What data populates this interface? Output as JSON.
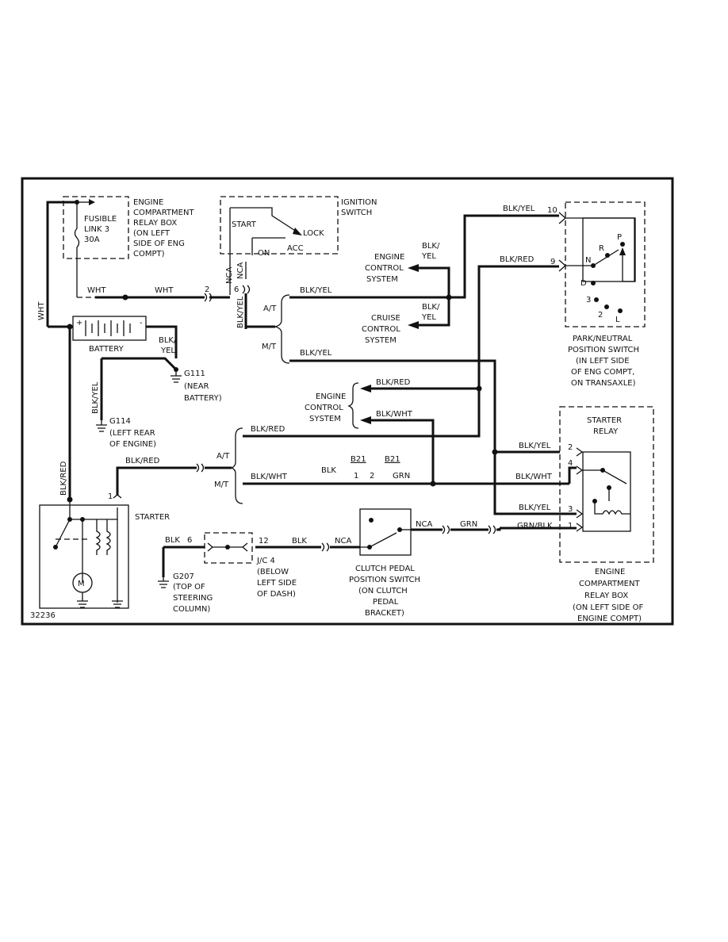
{
  "diagram_id": "32236",
  "colors": {
    "ink": "#111111",
    "background": "#ffffff"
  },
  "components": {
    "relay_box_top": {
      "title_lines": [
        "ENGINE",
        "COMPARTMENT",
        "RELAY BOX",
        "(ON LEFT",
        "SIDE OF ENG",
        "COMPT)"
      ]
    },
    "fusible_link": {
      "lines": [
        "FUSIBLE",
        "LINK 3",
        "30A"
      ]
    },
    "ignition_switch": {
      "title_lines": [
        "IGNITION",
        "SWITCH"
      ],
      "start": "START",
      "lock": "LOCK",
      "on": "ON",
      "acc": "ACC",
      "pin6": "6",
      "pin2": "2",
      "nca_a": "NCA",
      "nca_b": "NCA"
    },
    "battery": {
      "label": "BATTERY",
      "plus": "+",
      "minus": "-"
    },
    "g111": {
      "id": "G111",
      "lines": [
        "(NEAR",
        "BATTERY)"
      ]
    },
    "g114": {
      "id": "G114",
      "lines": [
        "(LEFT REAR",
        "OF ENGINE)"
      ]
    },
    "engine_control_1": {
      "lines": [
        "ENGINE",
        "CONTROL",
        "SYSTEM"
      ]
    },
    "cruise_control": {
      "lines": [
        "CRUISE",
        "CONTROL",
        "SYSTEM"
      ]
    },
    "engine_control_2": {
      "lines": [
        "ENGINE",
        "CONTROL",
        "SYSTEM"
      ]
    },
    "park_neutral": {
      "title_lines": [
        "PARK/NEUTRAL",
        "POSITION SWITCH",
        "(IN LEFT SIDE",
        "OF ENG COMPT,",
        "ON TRANSAXLE)"
      ],
      "pin10": "10",
      "pin9": "9",
      "positions": {
        "p": "P",
        "r": "R",
        "n": "N",
        "d": "D",
        "three": "3",
        "two": "2",
        "l": "L"
      }
    },
    "starter_relay": {
      "title_lines": [
        "STARTER",
        "RELAY"
      ],
      "pins": [
        "2",
        "4",
        "3",
        "1"
      ]
    },
    "relay_box_bottom": {
      "lines": [
        "ENGINE",
        "COMPARTMENT",
        "RELAY BOX",
        "(ON LEFT SIDE OF",
        "ENGINE COMPT)"
      ]
    },
    "starter": {
      "label": "STARTER",
      "pin1": "1",
      "motor": "M"
    },
    "g207": {
      "id": "G207",
      "lines": [
        "(TOP OF",
        "STEERING",
        "COLUMN)"
      ]
    },
    "jc4": {
      "pin6": "6",
      "pin12": "12",
      "lines": [
        "J/C 4",
        "(BELOW",
        "LEFT SIDE",
        "OF DASH)"
      ]
    },
    "clutch_switch": {
      "nca": "NCA",
      "nca_right": "NCA",
      "lines": [
        "CLUTCH PEDAL",
        "POSITION SWITCH",
        "(ON CLUTCH",
        "PEDAL",
        "BRACKET)"
      ]
    },
    "b21": {
      "label_a": "B21",
      "label_b": "B21",
      "pin1": "1",
      "pin2": "2",
      "blk": "BLK",
      "grn": "GRN"
    }
  },
  "wires": {
    "wht_vertical": "WHT",
    "wht_left": "WHT",
    "wht_right": "WHT",
    "blk_yel_ign": "BLK/YEL",
    "blk_yel_at_top": "BLK/YEL",
    "blk_yel_mt_top": "BLK/YEL",
    "blk_yel_to_ecs": "BLK/",
    "blk_yel_to_ecs_b": "YEL",
    "blk_yel_to_cruise": "BLK/",
    "blk_yel_to_cruise_b": "YEL",
    "blk_yel_pns": "BLK/YEL",
    "blk_red_pns": "BLK/RED",
    "battery_blk_yel_a": "BLK/",
    "battery_blk_yel_b": "YEL",
    "g114_blk_yel": "BLK/YEL",
    "blk_red_starter": "BLK/RED",
    "blk_red_ecs": "BLK/RED",
    "blk_wht_ecs": "BLK/WHT",
    "blk_red_at": "BLK/RED",
    "blk_red_mid": "BLK/RED",
    "blk_wht_mt": "BLK/WHT",
    "blk_yel_relay2": "BLK/YEL",
    "blk_wht_relay4": "BLK/WHT",
    "blk_yel_relay3": "BLK/YEL",
    "grn_blk_relay1": "GRN/BLK",
    "grn_mid": "GRN",
    "blk_g207": "BLK",
    "blk_jc": "BLK"
  },
  "labels": {
    "at_top": "A/T",
    "mt_top": "M/T",
    "at_bottom": "A/T",
    "mt_bottom": "M/T"
  }
}
